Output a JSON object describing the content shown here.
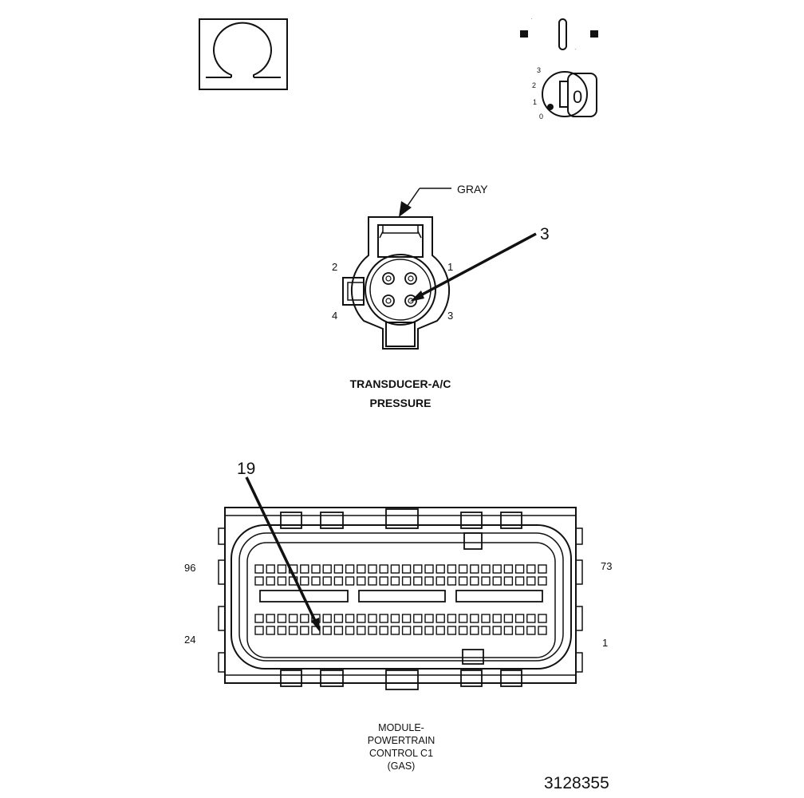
{
  "ohm_symbol": "Ω",
  "ignition_key": {
    "positions": [
      "3",
      "2",
      "1",
      "0"
    ],
    "key_label": "0"
  },
  "transducer": {
    "color_label": "GRAY",
    "callout": "3",
    "pin_labels": {
      "p1": "1",
      "p2": "2",
      "p3": "3",
      "p4": "4"
    },
    "name_line1": "TRANSDUCER-A/C",
    "name_line2": "PRESSURE"
  },
  "pcm": {
    "callout": "19",
    "pin_labels": {
      "top_left": "96",
      "top_right": "73",
      "bottom_left": "24",
      "bottom_right": "1"
    },
    "name_lines": [
      "MODULE-",
      "POWERTRAIN",
      "CONTROL C1",
      "(GAS)"
    ]
  },
  "figure_id": "3128355"
}
